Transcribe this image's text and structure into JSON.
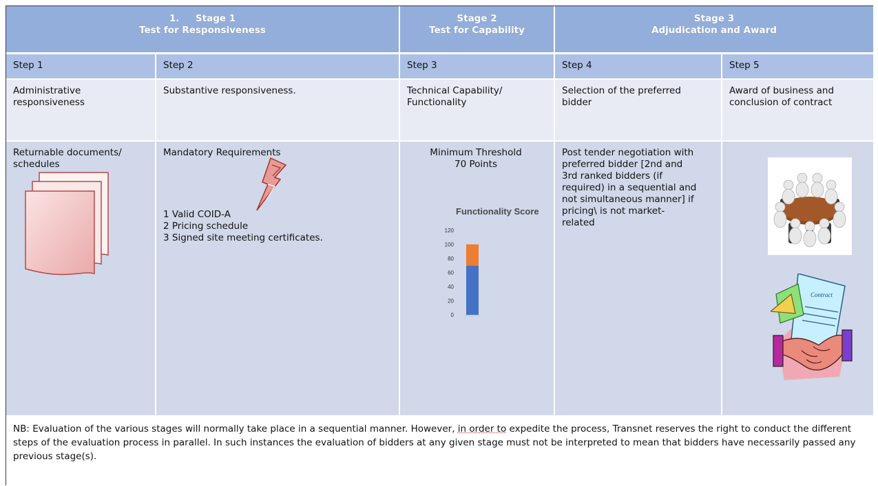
{
  "stages": [
    {
      "number": "1.",
      "title": "Stage 1",
      "subtitle": "Test for Responsiveness"
    },
    {
      "title": "Stage 2",
      "subtitle": "Test for Capability"
    },
    {
      "title": "Stage 3",
      "subtitle": "Adjudication and Award"
    }
  ],
  "steps": [
    "Step 1",
    "Step 2",
    "Step 3",
    "Step 4",
    "Step 5"
  ],
  "descriptions": [
    [
      "Administrative",
      "responsiveness"
    ],
    [
      "Substantive responsiveness."
    ],
    [
      "Technical Capability/",
      "Functionality"
    ],
    [
      "Selection of the preferred",
      "bidder"
    ],
    [
      "Award of business and",
      "conclusion of contract"
    ]
  ],
  "details": {
    "step1": [
      "Returnable documents/",
      "schedules"
    ],
    "step2_title": "Mandatory Requirements",
    "step2_items": [
      "1  Valid COID-A",
      "2  Pricing schedule",
      "3 Signed site meeting certificates."
    ],
    "step3": [
      "Minimum Threshold",
      "70 Points"
    ],
    "step4": [
      "Post tender negotiation with",
      "preferred bidder [2nd and",
      "3rd ranked bidders (if",
      "required) in a sequential and",
      "not simultaneous manner] if",
      "pricing\\ is not market-",
      "related"
    ]
  },
  "chart_data": {
    "type": "bar",
    "title": "Functionality Score",
    "categories": [
      ""
    ],
    "series": [
      {
        "values": [
          70
        ],
        "color": "#4472c4"
      },
      {
        "values": [
          30
        ],
        "color": "#ed7d31"
      }
    ],
    "stacked": true,
    "ylim": [
      0,
      120
    ],
    "yticks": [
      "120",
      "100",
      "80",
      "60",
      "40",
      "20",
      "0"
    ]
  },
  "note": {
    "before": "NB: Evaluation of the various stages will normally take place in a sequential manner. However, ",
    "dotted": "in order to",
    "after": " expedite the process, Transnet reserves the right to conduct the different steps of the evaluation process in parallel. In such instances the evaluation of bidders at any given stage must not be interpreted to mean that bidders have necessarily passed any previous stage(s)."
  },
  "colors": {
    "stage_header": "#94aedb",
    "step_bar": "#acc0e5",
    "description_row": "#e8ebf3",
    "body_row": "#d0d8e9"
  },
  "icons": [
    "document-stack-icon",
    "lightning-bolt-icon",
    "meeting-table-icon",
    "contract-handshake-icon"
  ]
}
